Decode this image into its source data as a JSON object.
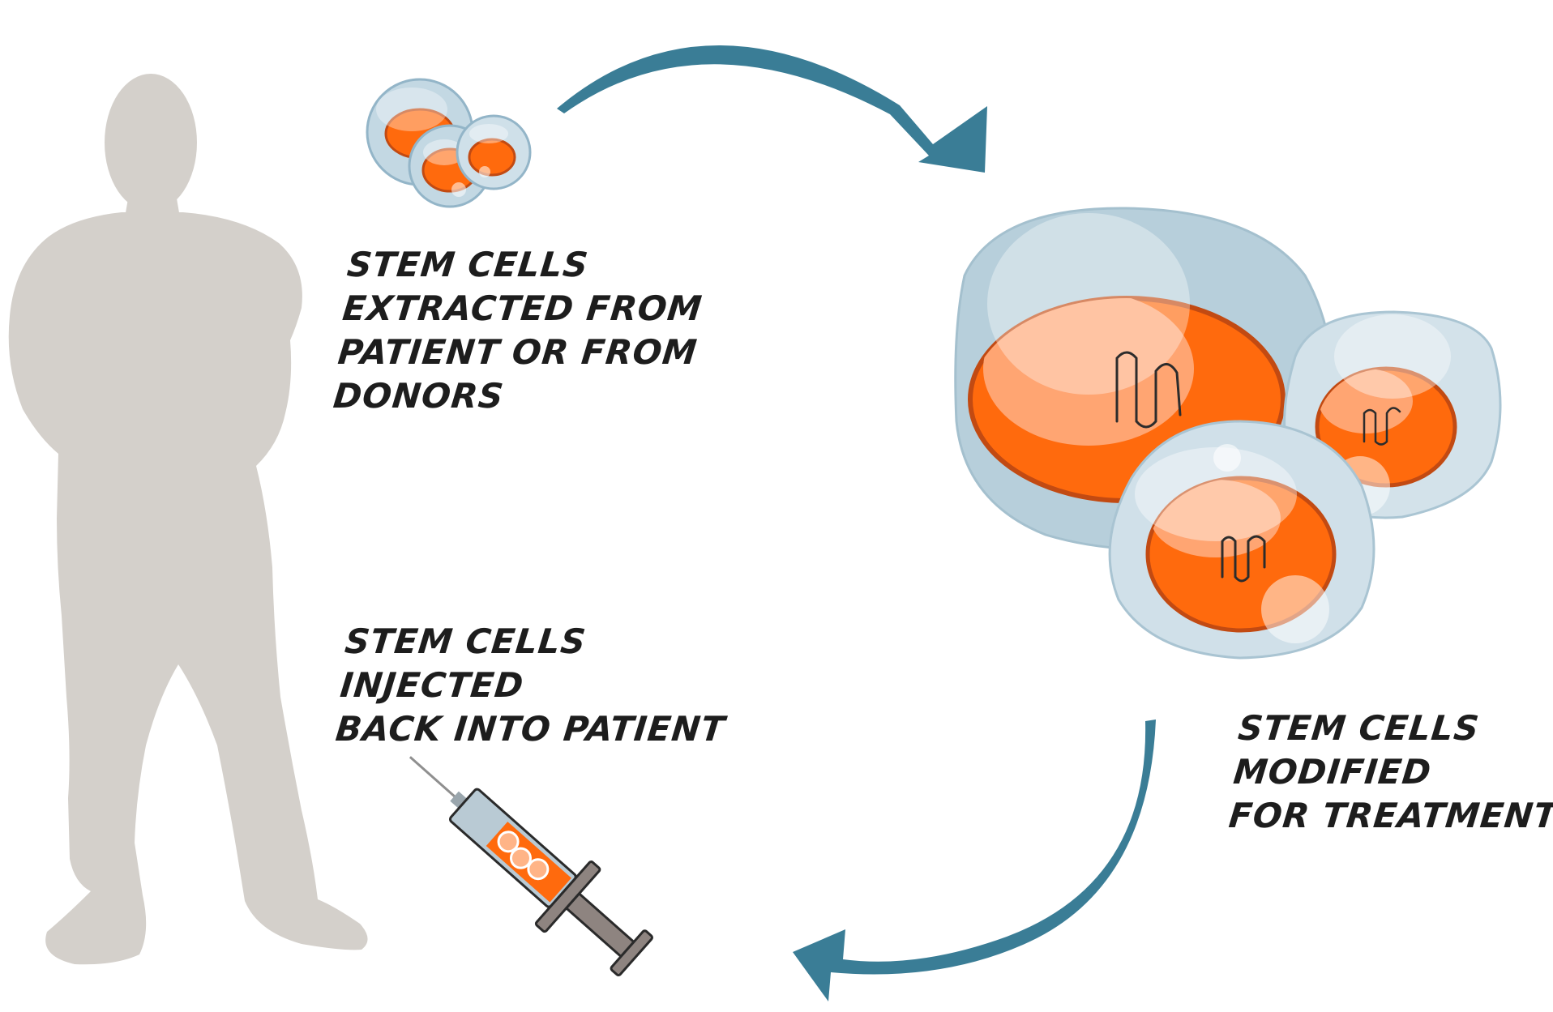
{
  "labels": {
    "extracted": [
      "stem cells",
      "extracted from",
      "patient or from",
      "donors"
    ],
    "injected": [
      "stem cells",
      "injected",
      "back into patient"
    ],
    "modified": [
      "stem cells",
      "modified",
      "for treatment"
    ]
  },
  "colors": {
    "silhouette": "#d4d0cb",
    "arrow": "#3a7d96",
    "cell_membrane": "#b7cfdb",
    "nucleus": "#ff6a0d",
    "nucleus_rim": "#c24a12",
    "nucleus_highlight": "#ffa572",
    "syringe_barrel": "#b9cad4",
    "syringe_plunger": "#8e8480",
    "text": "#1d1d1d"
  }
}
